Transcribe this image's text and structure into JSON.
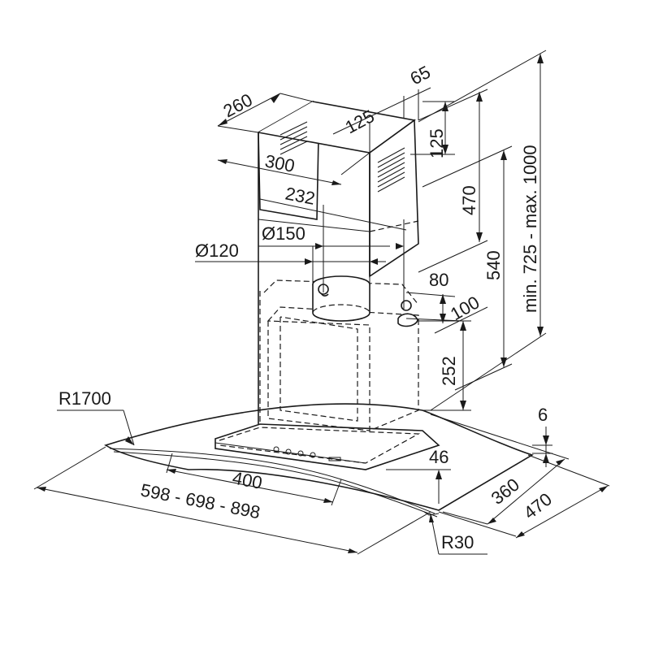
{
  "dimensions": {
    "chimney_depth": "260",
    "chimney_width": "300",
    "vent_width": "125",
    "vent_offset": "65",
    "vent_height": "125",
    "bracket_spacing": "232",
    "outlet_diameter": "Ø150",
    "spigot_diameter": "Ø120",
    "upper_bracket_height": "470",
    "bracket_height": "540",
    "overall_height": "min. 725 - max. 1000",
    "outlet_offset": "80",
    "outlet_depth": "100",
    "body_height": "252",
    "glass_radius": "R1700",
    "glass_thickness": "6",
    "control_panel_height": "46",
    "body_width": "400",
    "hood_width": "598 - 698 - 898",
    "body_depth": "360",
    "hood_depth": "470",
    "corner_radius": "R30"
  }
}
